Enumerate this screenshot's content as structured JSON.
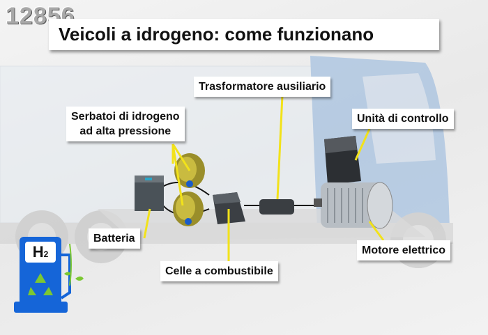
{
  "code": "12856",
  "title": "Veicoli a idrogeno: come funzionano",
  "labels": {
    "transformer": "Trasformatore ausiliario",
    "tanks_line1": "Serbatoi di idrogeno",
    "tanks_line2": "ad alta pressione",
    "control_unit": "Unità di controllo",
    "battery": "Batteria",
    "motor": "Motore elettrico",
    "fuel_cells": "Celle a combustibile"
  },
  "pump": {
    "symbol": "H",
    "subscript": "2"
  },
  "colors": {
    "leader": "#f2e21a",
    "pump": "#1565d8",
    "recycle": "#7cc832"
  }
}
